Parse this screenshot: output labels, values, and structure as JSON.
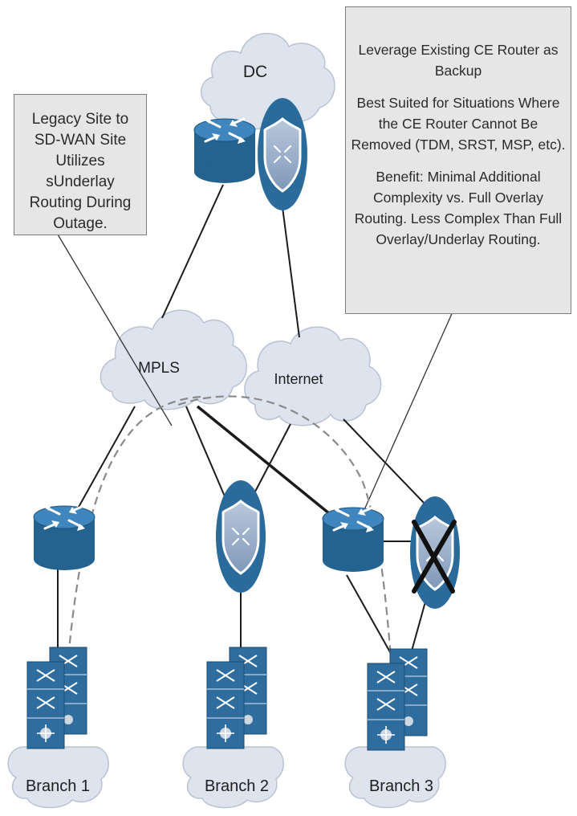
{
  "nodes": {
    "dc": "DC",
    "mpls": "MPLS",
    "internet": "Internet",
    "branch1": "Branch 1",
    "branch2": "Branch 2",
    "branch3": "Branch 3"
  },
  "callouts": {
    "left": "Legacy Site to SD-WAN Site Utilizes sUnderlay Routing During Outage.",
    "right_title": "Leverage Existing CE Router as Backup",
    "right_suited": "Best Suited for Situations Where the CE Router Cannot Be Removed (TDM, SRST, MSP, etc).",
    "right_benefit": "Benefit: Minimal Additional Complexity vs. Full Overlay Routing. Less Complex Than Full Overlay/Underlay Routing."
  },
  "colors": {
    "device": "#2e6d9e",
    "cloud": "#dde4ee",
    "callout_bg": "#e6e6e6"
  },
  "icons": [
    "router-icon",
    "sdwan-edge-shield-icon",
    "switch-stack-icon",
    "cloud-icon",
    "failed-x-icon"
  ]
}
